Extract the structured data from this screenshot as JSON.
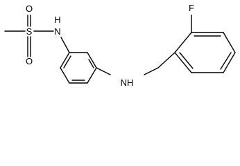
{
  "molecule": {
    "atoms": {
      "o_top": "O",
      "o_bottom": "O",
      "s": "S",
      "nh_sulfonamide": "N",
      "h_sulfonamide": "H",
      "nh_amine": "NH",
      "f": "F"
    }
  }
}
